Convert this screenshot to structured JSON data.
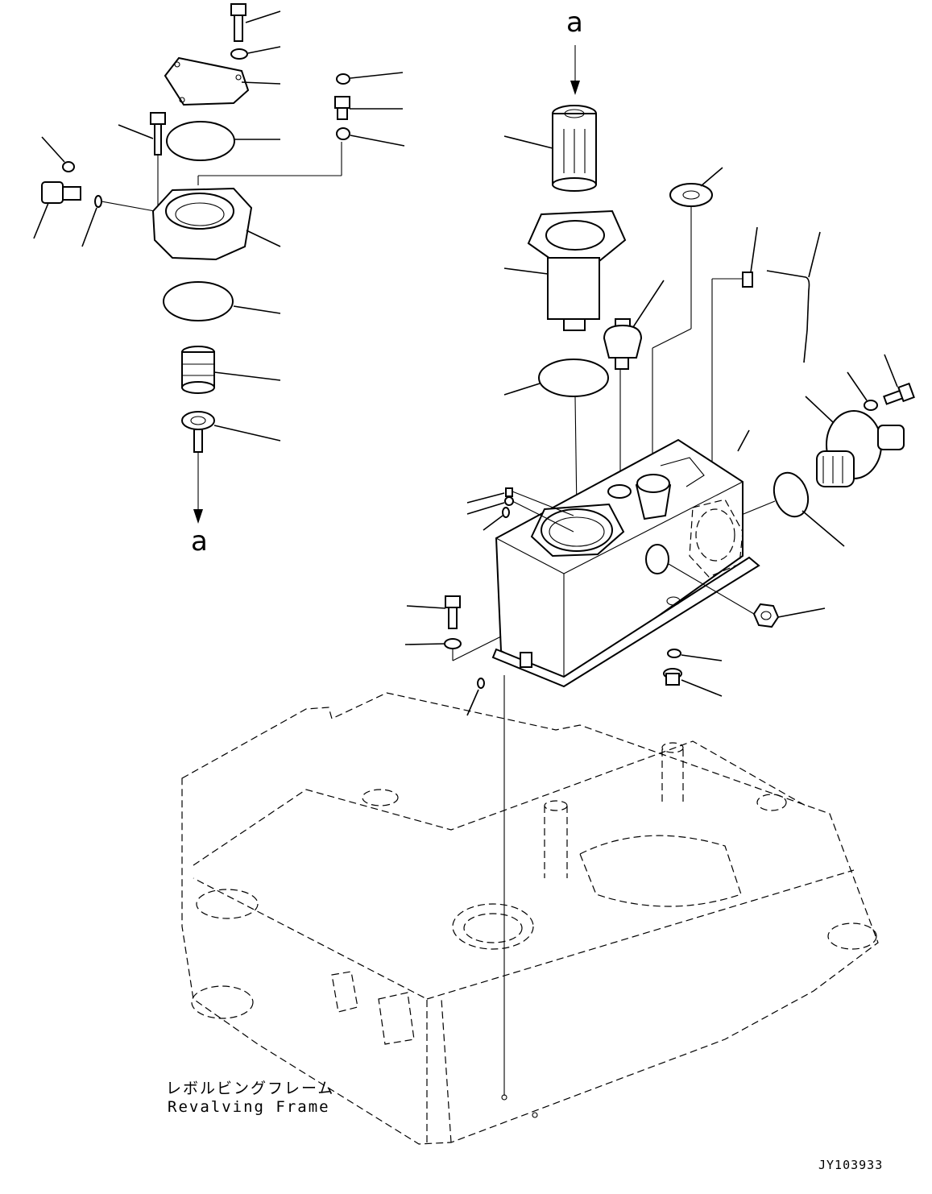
{
  "drawing": {
    "view_label_top": "a",
    "view_label_bottom": "a",
    "frame_label_jp": "レボルビングフレーム",
    "frame_label_en": "Revalving Frame",
    "drawing_code": "JY103933"
  }
}
